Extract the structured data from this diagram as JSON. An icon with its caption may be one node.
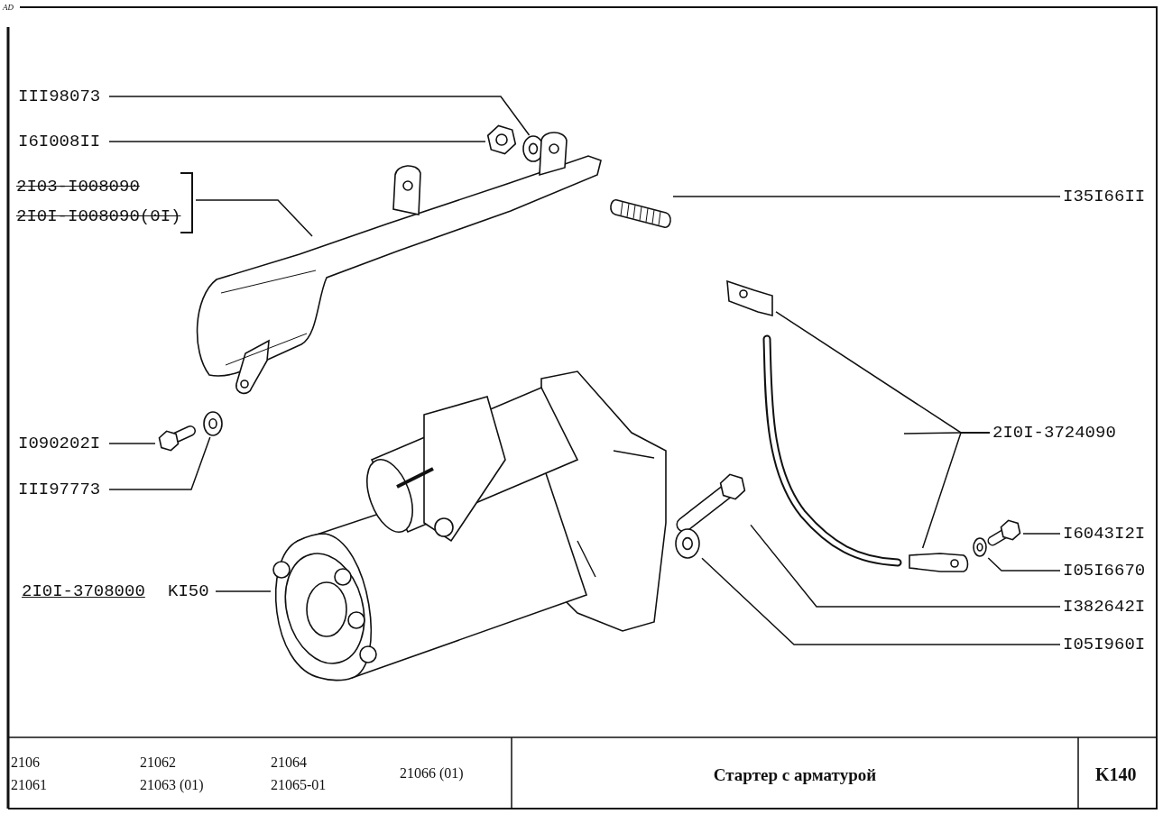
{
  "diagram": {
    "title": "Стартер с арматурой",
    "nodes": [
      {
        "text": [
          "III98073"
        ]
      },
      {
        "text": [
          "I6I008II"
        ]
      },
      {
        "text": [
          "2I03-I008090",
          "2I0I-I008090(0I)"
        ]
      },
      {
        "text": [
          "I35I66II"
        ]
      },
      {
        "text": [
          "I090202I"
        ]
      },
      {
        "text": [
          "III97773"
        ]
      },
      {
        "text": [
          "KI50"
        ]
      },
      {
        "text": [
          "2I0I-3724090"
        ]
      },
      {
        "text": [
          "I6043I2I"
        ]
      },
      {
        "text": [
          "I05I6670"
        ]
      },
      {
        "text": [
          "I382642I"
        ]
      },
      {
        "text": [
          "I05I960I"
        ]
      },
      {
        "text": [],
        "shape": "picture"
      },
      {
        "text": [],
        "shape": "picture"
      },
      {
        "text": [],
        "shape": "picture"
      },
      {
        "text": [],
        "shape": "picture"
      },
      {
        "text": [],
        "shape": "picture"
      },
      {
        "text": [],
        "shape": "picture"
      },
      {
        "text": [],
        "shape": "picture"
      },
      {
        "text": [],
        "shape": "picture"
      },
      {
        "text": [],
        "shape": "picture"
      },
      {
        "text": [],
        "shape": "picture"
      },
      {
        "text": [],
        "shape": "picture"
      },
      {
        "text": [],
        "shape": "picture"
      },
      {
        "text": [],
        "shape": "picture"
      },
      {
        "text": [],
        "shape": "picture"
      }
    ],
    "edges": [
      {
        "from": 0,
        "to": 12,
        "arrow": "none"
      },
      {
        "from": 1,
        "to": 13,
        "arrow": "none"
      },
      {
        "from": 2,
        "to": 14,
        "arrow": "none"
      },
      {
        "from": 3,
        "to": 15,
        "arrow": "none"
      },
      {
        "from": 4,
        "to": 16,
        "arrow": "none"
      },
      {
        "from": 5,
        "to": 17,
        "arrow": "none"
      },
      {
        "from": 6,
        "to": 18,
        "arrow": "none"
      },
      {
        "from": 7,
        "to": 19,
        "arrow": "none"
      },
      {
        "from": 7,
        "to": 20,
        "arrow": "none"
      },
      {
        "from": 7,
        "to": 21,
        "arrow": "none"
      },
      {
        "from": 8,
        "to": 22,
        "arrow": "none"
      },
      {
        "from": 9,
        "to": 23,
        "arrow": "none"
      },
      {
        "from": 10,
        "to": 24,
        "arrow": "none"
      },
      {
        "from": 11,
        "to": 25,
        "arrow": "none"
      }
    ],
    "labels": [
      "AD",
      "2I0I-3708000",
      "2106",
      "21062",
      "21064",
      "21066 (01)",
      "K140",
      "21061",
      "21063 (01)",
      "21065-01"
    ]
  }
}
